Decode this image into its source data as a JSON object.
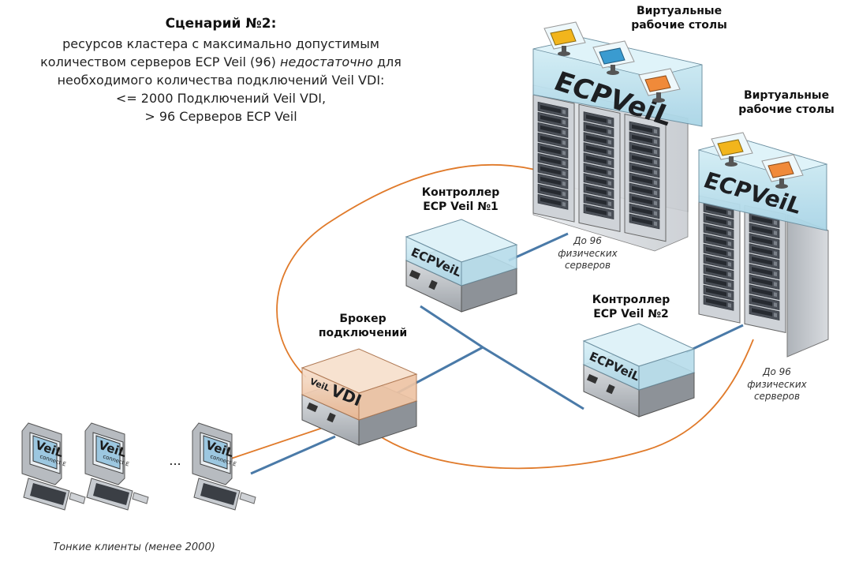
{
  "scenario": {
    "title": "Сценарий №2:",
    "line1": "ресурсов кластера с максимально допустимым",
    "line2a": "количеством серверов ECP Veil (96) ",
    "line2b": "недостаточно",
    "line2c": " для",
    "line3": "необходимого количества подключений Veil VDI:",
    "line4": "<= 2000 Подключений Veil VDI,",
    "line5": "> 96 Серверов ECP Veil"
  },
  "labels": {
    "vdesk1_line1": "Виртуальные",
    "vdesk1_line2": "рабочие столы",
    "vdesk2_line1": "Виртуальные",
    "vdesk2_line2": "рабочие столы",
    "ctrl1_line1": "Контроллер",
    "ctrl1_line2": "ECP Veil №1",
    "ctrl2_line1": "Контроллер",
    "ctrl2_line2": "ECP Veil №2",
    "broker_line1": "Брокер",
    "broker_line2": "подключений",
    "upto1_line1": "До 96",
    "upto1_line2": "физических",
    "upto1_line3": "серверов",
    "upto2_line1": "До 96",
    "upto2_line2": "физических",
    "upto2_line3": "серверов",
    "thin_clients": "Тонкие клиенты (менее 2000)",
    "ellipsis": "..."
  },
  "device_text": {
    "rack_brand1": "ECPVeiL",
    "rack_brand2": "ECPVeiL",
    "ctrl1_brand": "ECPVeiL",
    "ctrl2_brand": "ECPVeiL",
    "broker_brand_small": "VeiL",
    "broker_brand_big": "VDI",
    "client_brand": "VeiL",
    "client_sub": "connect E"
  },
  "colors": {
    "blue_link": "#4a7aa8",
    "orange_link": "#e07a2a",
    "glass_blue": "#bfe3ef",
    "glass_orange": "#f3cfb2",
    "monitor_yellow": "#f2b51c",
    "monitor_blue": "#3a9bd0",
    "monitor_orange": "#f08a3a"
  }
}
